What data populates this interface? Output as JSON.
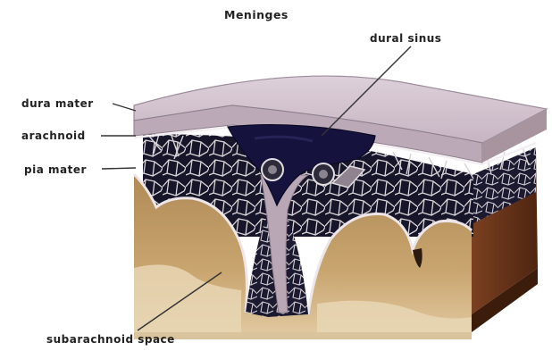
{
  "title": "Meninges",
  "labels": {
    "dural_sinus": "dural sinus",
    "dura_mater": "dura mater",
    "arachnoid": "arachnoid",
    "pia_mater": "pia mater",
    "subarachnoid_space": "subarachnoid space"
  },
  "colors": {
    "dura": "#cdbcc9",
    "dura_edge": "#a89aa8",
    "sinus": "#15123d",
    "subarachnoid": "#16152a",
    "brain_front": "#c39f6a",
    "brain_side": "#6a3518",
    "brain_dark": "#4a2410",
    "pia": "#e9e3e6",
    "leader": "#333333"
  }
}
